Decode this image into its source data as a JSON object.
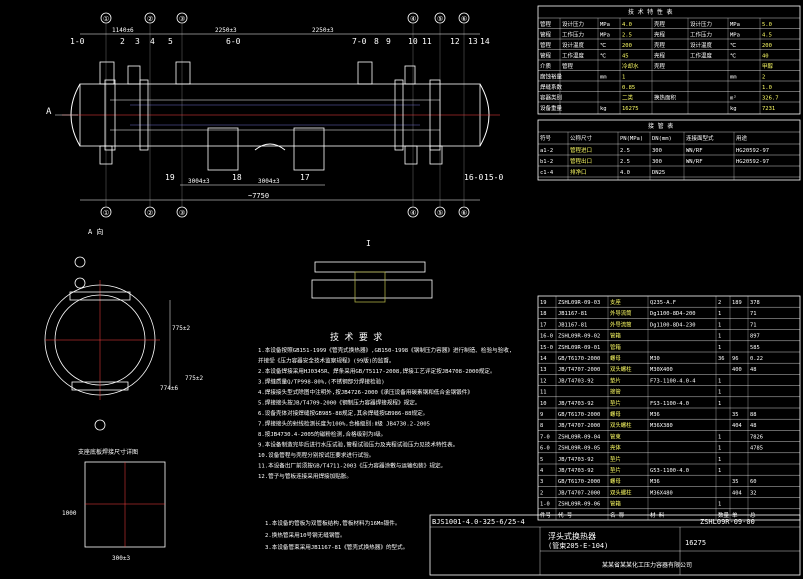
{
  "view_main": {
    "grid_labels": [
      "①",
      "②",
      "③",
      "④",
      "⑤",
      "⑥"
    ],
    "part_numbers": [
      "1-0",
      "2",
      "3",
      "4",
      "5",
      "6-0",
      "7-0",
      "8",
      "9",
      "10",
      "11",
      "12",
      "13",
      "14",
      "16-0",
      "15-0",
      "17",
      "18",
      "19"
    ],
    "dims": {
      "d1": "1140±6",
      "d2": "2250±3",
      "d3": "2250±3",
      "d4": "3004±3",
      "d5": "3004±3",
      "total": "~7750"
    },
    "section_mark": "A"
  },
  "view_a": {
    "title": "A 向",
    "dims": [
      "775±2",
      "775±2",
      "774±6"
    ]
  },
  "view_b": {
    "title": "支座底板焊接尺寸详图",
    "dims": [
      "1000",
      "300±3"
    ]
  },
  "detail": {
    "title": "I"
  },
  "tech": {
    "title": "技 术 要 求",
    "lines": [
      "1.本设备按照GB151-1999《管壳式换热器》,GB150-1998《钢制压力容器》进行制造、检验与验收,",
      "  并接受《压力容器安全技术监察规程》(99版)的监督。",
      "2.本设备焊接采用HJ0345R、焊条采用GB/T5117-2008,焊接工艺评定按JB4708-2000规定。",
      "3.焊缝质量Q/TP998-80%,(不锈钢部分焊接检验)",
      "4.焊接接头型式除图中注明外,按JB4726-2000《承压设备用碳素钢和低合金钢锻件》",
      "5.焊接接头按JB/T4709-2000《钢制压力容器焊接规程》规定。",
      "6.设备壳体对接焊缝按GB985-88规定,其余焊缝按GB986-88规定。",
      "7.焊接接头的射线检测长度为100%,合格级别:Ⅱ级 JB4730.2-2005",
      "8.按JB4730.4-2005的磁粉检测,合格级别为Ⅰ级。",
      "9.本设备制造完毕后进行水压试验,管程试验压力及壳程试验压力见技术特性表。",
      "10.设备管程与壳程分别按试压要求进行试验。",
      "11.本设备出厂前须按GB/T4711-2003《压力容器涂敷与运输包装》规定。",
      "12.管子与管板连接采用焊接加贴胀。"
    ],
    "notes": [
      "1.本设备的管板为双管板结构,管板材料为16Mn锻件。",
      "2.换热管采用10号钢无缝钢管。",
      "3.本设备管束采用JB1167-81《管壳式换热器》的型式。"
    ]
  },
  "spec": {
    "title": "技 术 特 性 表",
    "rows": [
      [
        "管程",
        "设计压力",
        "MPa",
        "4.0",
        "壳程",
        "设计压力",
        "MPa",
        "5.0"
      ],
      [
        "管程",
        "工作压力",
        "MPa",
        "2.5",
        "壳程",
        "工作压力",
        "MPa",
        "4.5"
      ],
      [
        "管程",
        "设计温度",
        "℃",
        "200",
        "壳程",
        "设计温度",
        "℃",
        "200"
      ],
      [
        "管程",
        "工作温度",
        "℃",
        "45",
        "壳程",
        "工作温度",
        "℃",
        "40"
      ],
      [
        "介质",
        "管程",
        "",
        "冷却水",
        "壳程",
        "",
        "",
        "甲醇"
      ],
      [
        "腐蚀裕量",
        "",
        "mm",
        "1",
        "",
        "",
        "mm",
        "2"
      ],
      [
        "焊缝系数",
        "",
        "",
        "0.85",
        "",
        "",
        "",
        "1.0"
      ],
      [
        "容器类别",
        "",
        "",
        "二类",
        "换热面积",
        "",
        "m²",
        "326.7"
      ],
      [
        "设备重量",
        "",
        "kg",
        "16275",
        "",
        "",
        "kg",
        "7231"
      ]
    ]
  },
  "nozzle": {
    "title": "接 管 表",
    "headers": [
      "符号",
      "公称尺寸",
      "PN(MPa)",
      "DN(mm)",
      "连接面型式",
      "用途"
    ],
    "rows": [
      [
        "a1-2",
        "管程进口",
        "2.5",
        "300",
        "WN/RF",
        "HG20592-97"
      ],
      [
        "b1-2",
        "管程出口",
        "2.5",
        "300",
        "WN/RF",
        "HG20592-97"
      ],
      [
        "c1-4",
        "排净口",
        "4.0",
        "DN25",
        "",
        ""
      ]
    ]
  },
  "bom": {
    "rows": [
      [
        "19",
        "ZSHL09R-09-03",
        "支座",
        "Q235-A.F",
        "2",
        "189",
        "378"
      ],
      [
        "18",
        "JB1167-81",
        "外导流筒",
        "Dg1100-8D4-200",
        "1",
        "",
        "71"
      ],
      [
        "17",
        "JB1167-81",
        "外导流筒",
        "Dg1100-8D4-230",
        "1",
        "",
        "71"
      ],
      [
        "16-0",
        "ZSHL09R-09-02",
        "管箱",
        "",
        "1",
        "",
        "897"
      ],
      [
        "15-0",
        "ZSHL09R-09-01",
        "管箱",
        "",
        "1",
        "",
        "585"
      ],
      [
        "14",
        "GB/T6170-2000",
        "螺母",
        "M30",
        "36",
        "96",
        "0.22"
      ],
      [
        "13",
        "JB/T4707-2000",
        "双头螺柱",
        "M30X400",
        "",
        "400",
        "48"
      ],
      [
        "12",
        "JB/T4703-92",
        "垫片",
        "F73-1100-4.0-4",
        "1",
        "",
        ""
      ],
      [
        "11",
        "",
        "接管",
        "",
        "1",
        "",
        ""
      ],
      [
        "10",
        "JB/T4703-92",
        "垫片",
        "FS3-1100-4.0",
        "1",
        "",
        ""
      ],
      [
        "9",
        "GB/T6170-2000",
        "螺母",
        "M36",
        "",
        "35",
        "88"
      ],
      [
        "8",
        "JB/T4707-2000",
        "双头螺柱",
        "M36X380",
        "",
        "404",
        "48"
      ],
      [
        "7-0",
        "ZSHL09R-09-04",
        "管束",
        "",
        "1",
        "",
        "7826"
      ],
      [
        "6-0",
        "ZSHL09R-09-05",
        "壳体",
        "",
        "1",
        "",
        "4785"
      ],
      [
        "5",
        "JB/T4703-92",
        "垫片",
        "",
        "1",
        "",
        ""
      ],
      [
        "4",
        "JB/T4703-92",
        "垫片",
        "G53-1100-4.0",
        "1",
        "",
        ""
      ],
      [
        "3",
        "GB/T6170-2000",
        "螺母",
        "M36",
        "",
        "35",
        "60"
      ],
      [
        "2",
        "JB/T4707-2000",
        "双头螺柱",
        "M36X480",
        "",
        "404",
        "32"
      ],
      [
        "1-0",
        "ZSHL09R-09-06",
        "管箱",
        "",
        "1",
        "",
        ""
      ]
    ],
    "header": [
      "件号",
      "代 号",
      "名 称",
      "材 料",
      "数量",
      "单",
      "总"
    ]
  },
  "title_block": {
    "drawing_no": "BJS1001-4.0-325-6/25-4",
    "drawing_no2": "ZSHL09R-09-00",
    "name": "浮头式换热器",
    "name2": "(管束205-E-104)",
    "weight": "16275",
    "company": "某某省某某化工压力容器有限公司"
  }
}
